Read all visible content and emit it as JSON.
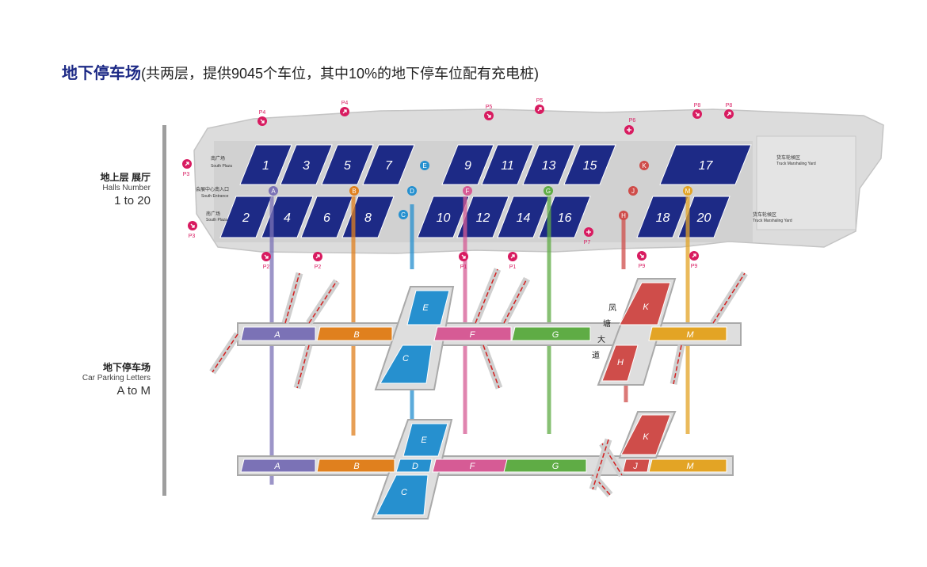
{
  "title": {
    "main": "地下停车场",
    "sub": "(共两层，提供9045个车位，其中10%的地下停车位配有充电桩)"
  },
  "side_labels": {
    "upper": {
      "zh": "地上层 展厅",
      "en": "Halls Number",
      "range": "1 to 20"
    },
    "lower": {
      "zh": "地下停车场",
      "en": "Car Parking Letters",
      "range": "A to M"
    }
  },
  "halls_top": [
    "1",
    "3",
    "5",
    "7",
    "9",
    "11",
    "13",
    "15",
    "17"
  ],
  "halls_bottom": [
    "2",
    "4",
    "6",
    "8",
    "10",
    "12",
    "14",
    "16",
    "18",
    "20"
  ],
  "site_labels": {
    "south_plaza_zh": "南广场",
    "south_plaza_en": "South Plaza",
    "south_entrance_zh": "会展中心南入口",
    "south_entrance_en": "South Entrance",
    "truck_yard_zh": "货车轮候区",
    "truck_yard_en": "Truck Marshaling Yard"
  },
  "parking_markers": [
    "P1",
    "P2",
    "P3",
    "P4",
    "P5",
    "P6",
    "P7",
    "P8",
    "P9"
  ],
  "zone_markers": [
    "A",
    "B",
    "C",
    "D",
    "E",
    "F",
    "G",
    "H",
    "J",
    "K",
    "M"
  ],
  "level1_zones": [
    "A",
    "B",
    "C",
    "E",
    "F",
    "G",
    "H",
    "K",
    "M"
  ],
  "level2_zones": [
    "A",
    "B",
    "C",
    "D",
    "E",
    "F",
    "G",
    "J",
    "K",
    "M"
  ],
  "road_label": [
    "凤",
    "塘",
    "大",
    "道"
  ],
  "colors": {
    "hall": "#1d2a86",
    "A": "#7b72b6",
    "B": "#e0801e",
    "C": "#2690cf",
    "D": "#2690cf",
    "E": "#2690cf",
    "F": "#d65b95",
    "G": "#5fac45",
    "H": "#cf4d4a",
    "J": "#cf4d4a",
    "K": "#cf4d4a",
    "M": "#e3a425",
    "marker": "#d81b60"
  }
}
